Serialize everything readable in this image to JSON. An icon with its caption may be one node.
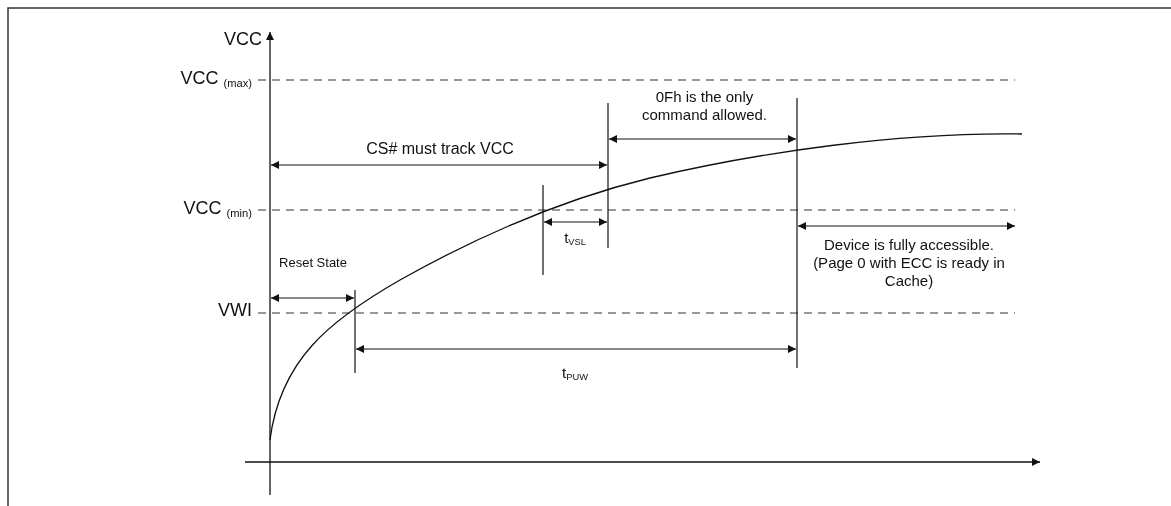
{
  "diagram": {
    "labels": [
      "VCC",
      "VCC $_{(max)}$",
      "0Fh is the only command allowed.",
      "CS# must track VCC",
      "VCC $_{(min)}$",
      "t$_{VSL}$",
      "Device is fully accessible. (Page 0 with ECC is ready in Cache)",
      "Reset State",
      "VWI",
      "t$_{PUW}$"
    ]
  }
}
